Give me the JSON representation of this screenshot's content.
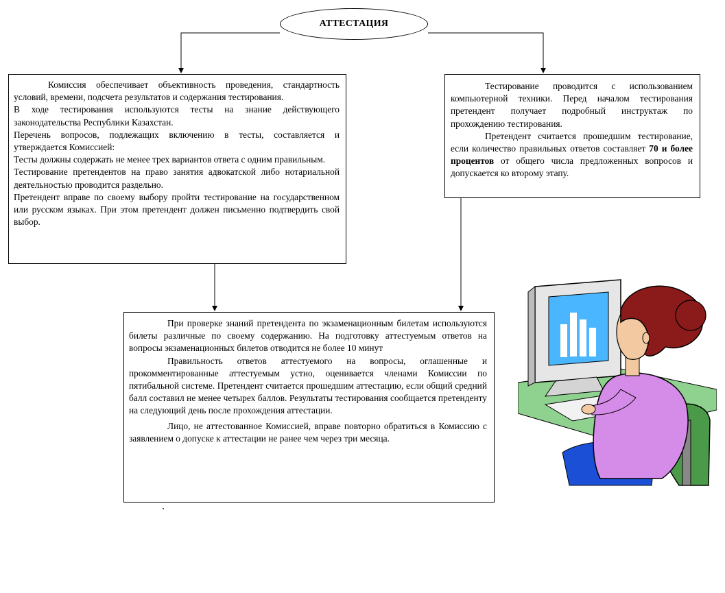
{
  "title": "АТТЕСТАЦИЯ",
  "left_box": {
    "p1": "Комиссия обеспечивает объективность проведения, стандартность условий, времени, подсчета результатов и содержания тестирования.",
    "p2": "В ходе тестирования используются тесты на знание действующего законодательства Республики Казахстан.",
    "p3": "Перечень вопросов, подлежащих включению в тесты, составляется и утверждается Комиссией:",
    "p4": "Тесты должны содержать не менее трех вариантов ответа с одним правильным.",
    "p5": "Тестирование претендентов на право занятия адвокатской либо нотариальной деятельностью проводится раздельно.",
    "p6": "Претендент вправе по своему выбору пройти тестирование на государственном или русском языках. При этом претендент должен письменно подтвердить свой выбор."
  },
  "right_box": {
    "p1": "Тестирование проводится с использованием компьютерной техники. Перед началом тестирования претендент получает подробный инструктаж по прохождению тестирования.",
    "p2_before": "Претендент считается прошедшим тестирование, если количество правильных ответов составляет ",
    "p2_bold": "70 и более процентов",
    "p2_after": " от общего числа предложенных вопросов и допускается ко второму этапу."
  },
  "bottom_box": {
    "p1": "При проверке знаний претендента по экзаменационным билетам используются билеты различные по своему содержанию. На подготовку аттестуемым ответов на вопросы экзаменационных билетов отводится не более 10 минут",
    "p2": "Правильность ответов аттестуемого на вопросы, оглашенные и прокомментированные аттестуемым устно, оценивается членами Комиссии по пятибальной системе. Претендент считается прошедшим аттестацию, если общий средний балл составил не менее четырех баллов. Результаты тестирования сообщается претенденту на следующий день после прохождения аттестации.",
    "p3": "Лицо, не аттестованное Комиссией, вправе повторно обратиться в Комиссию с заявлением о допуске к аттестации не ранее чем через три месяца."
  },
  "colors": {
    "hair": "#8b1a1a",
    "skin": "#f2c9a0",
    "shirt": "#d58be8",
    "chair": "#4a9a4a",
    "desk": "#8fd18f",
    "monitor": "#e6e6e6",
    "screen": "#49b6ff",
    "pants": "#1a4fd6"
  },
  "icons": {
    "illustration": "woman-at-computer-clipart"
  }
}
